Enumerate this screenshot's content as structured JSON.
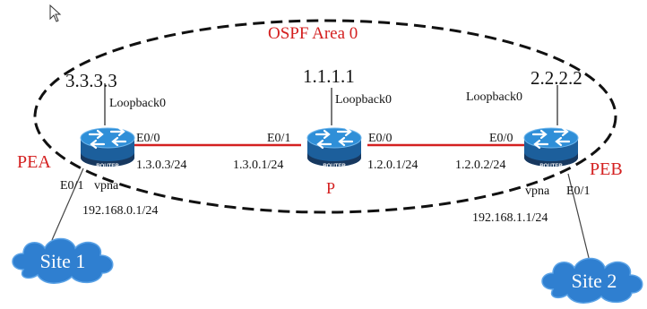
{
  "area_label": "OSPF Area 0",
  "colors": {
    "link": "#d42020",
    "red_text": "#d42020",
    "router_top": "#2f8fd8",
    "router_side": "#1c5f9c",
    "router_band": "#17385f",
    "cloud": "#2f7fd0",
    "ellipse": "#111111"
  },
  "routers": [
    {
      "name": "PEA",
      "router_id": "3.3.3.3",
      "loopback": "Loopback0",
      "body_label": "ROUTER"
    },
    {
      "name": "P",
      "router_id": "1.1.1.1",
      "loopback": "Loopback0",
      "body_label": "ROUTER"
    },
    {
      "name": "PEB",
      "router_id": "2.2.2.2",
      "loopback": "Loopback0",
      "body_label": "ROUTER"
    }
  ],
  "links": [
    {
      "a": {
        "interface": "E0/0",
        "ip": "1.3.0.3/24"
      },
      "b": {
        "interface": "E0/1",
        "ip": "1.3.0.1/24"
      }
    },
    {
      "a": {
        "interface": "E0/0",
        "ip": "1.2.0.1/24"
      },
      "b": {
        "interface": "E0/0",
        "ip": "1.2.0.2/24"
      }
    }
  ],
  "access": [
    {
      "interface": "E0/1",
      "vpn": "vpna",
      "ip": "192.168.0.1/24",
      "site": "Site 1"
    },
    {
      "interface": "E0/1",
      "vpn": "vpna",
      "ip": "192.168.1.1/24",
      "site": "Site 2"
    }
  ],
  "icons": [
    "cursor-icon",
    "router-icon",
    "cloud-icon"
  ]
}
